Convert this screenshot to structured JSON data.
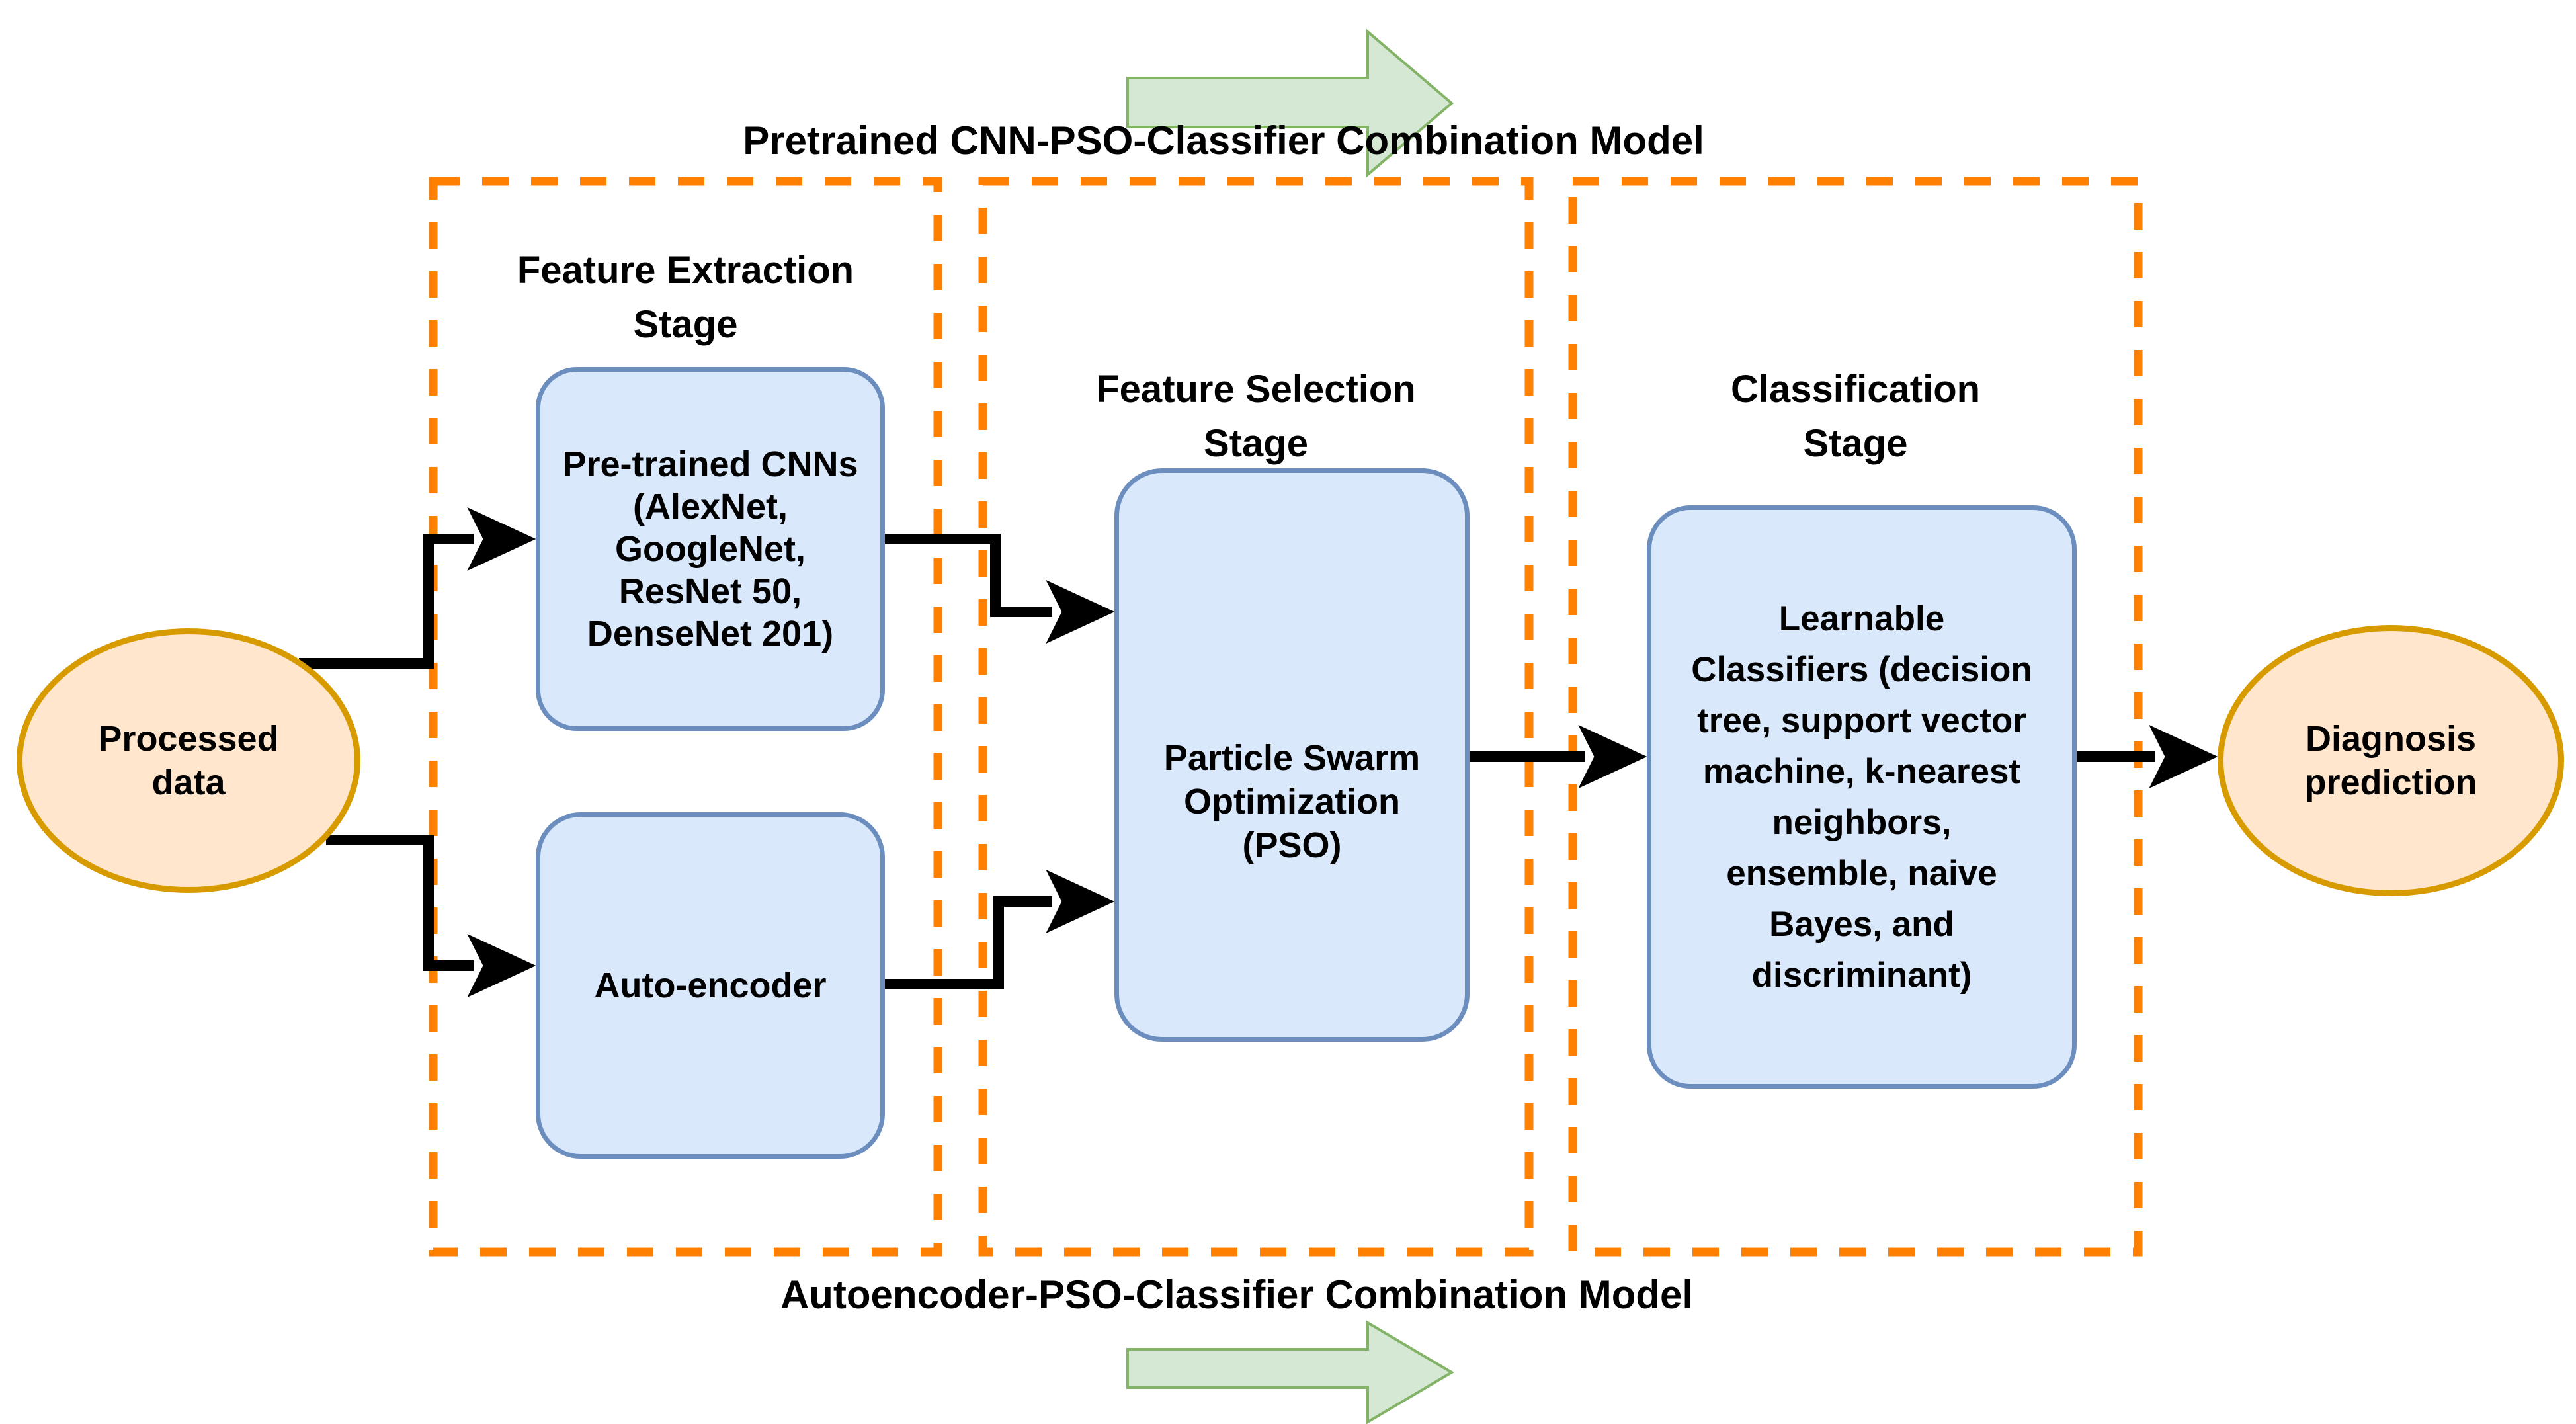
{
  "titles": {
    "top": "Pretrained CNN-PSO-Classifier Combination Model",
    "bottom": "Autoencoder-PSO-Classifier Combination Model"
  },
  "stages": [
    {
      "title_line1": "Feature Extraction",
      "title_line2": "Stage"
    },
    {
      "title_line1": "Feature Selection",
      "title_line2": "Stage"
    },
    {
      "title_line1": "Classification",
      "title_line2": "Stage"
    }
  ],
  "nodes": {
    "processed": {
      "lines": [
        "Processed",
        "data"
      ]
    },
    "cnn": {
      "lines": [
        "Pre-trained CNNs",
        "(AlexNet,",
        "GoogleNet,",
        "ResNet 50,",
        "DenseNet 201)"
      ]
    },
    "autoencoder": {
      "lines": [
        "Auto-encoder"
      ]
    },
    "pso": {
      "lines": [
        "Particle Swarm",
        "Optimization",
        "(PSO)"
      ]
    },
    "classifiers": {
      "lines": [
        "Learnable",
        "Classifiers (decision",
        "tree, support vector",
        "machine, k-nearest",
        "neighbors,",
        "ensemble, naive",
        "Bayes, and",
        "discriminant)"
      ]
    },
    "diagnosis": {
      "lines": [
        "Diagnosis",
        "prediction"
      ]
    }
  },
  "icons": {
    "top_flow_arrow": "right-block-arrow",
    "bottom_flow_arrow": "right-block-arrow"
  },
  "colors": {
    "node_fill": "#dae8fc",
    "node_stroke": "#6c8ebf",
    "terminal_fill": "#ffe6cc",
    "terminal_stroke": "#d79b00",
    "boundary_stroke": "#ff7f00",
    "flow_arrow_fill": "#d5e8d4",
    "flow_arrow_stroke": "#82b366",
    "connector": "#000000",
    "text": "#000000",
    "background": "#ffffff"
  }
}
